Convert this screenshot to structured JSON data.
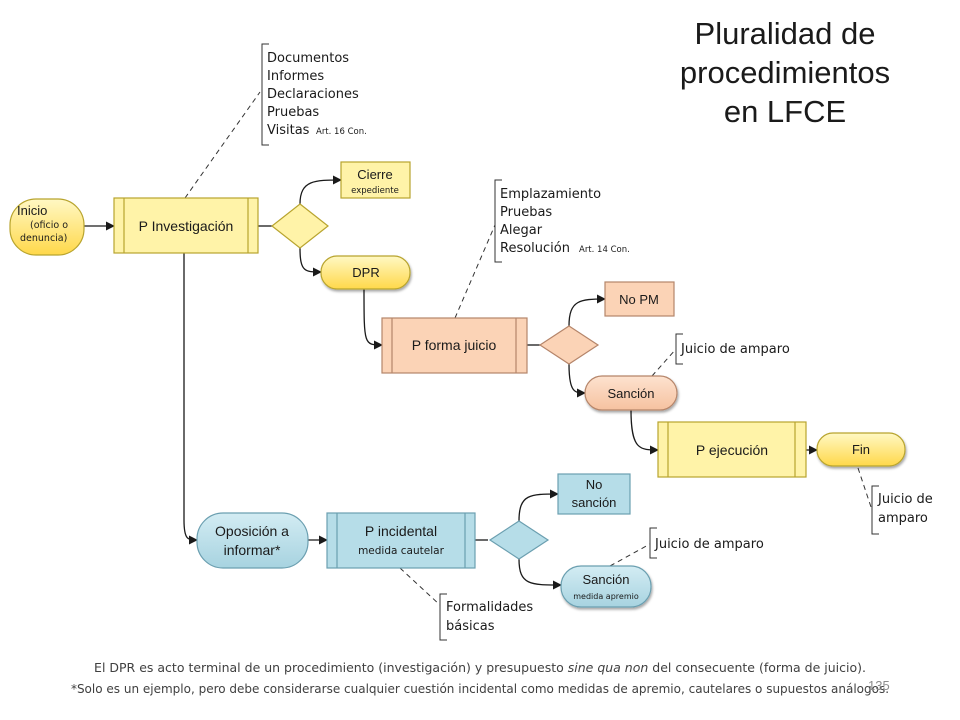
{
  "title": [
    "Pluralidad de",
    "procedimientos",
    "en LFCE"
  ],
  "nodes": {
    "inicio": {
      "label": "Inicio",
      "sub1": "(oficio o",
      "sub2": "denuncia)"
    },
    "p_investigacion": {
      "label": "P Investigación"
    },
    "cierre": {
      "label": "Cierre",
      "sub": "expediente"
    },
    "dpr": {
      "label": "DPR"
    },
    "p_forma_juicio": {
      "label": "P forma juicio"
    },
    "no_pm": {
      "label": "No PM"
    },
    "sancion_1": {
      "label": "Sanción"
    },
    "p_ejecucion": {
      "label": "P ejecución"
    },
    "fin": {
      "label": "Fin"
    },
    "oposicion": {
      "label1": "Oposición a",
      "label2": "informar*"
    },
    "p_incidental": {
      "label": "P incidental",
      "sub": "medida cautelar"
    },
    "no_sancion": {
      "label1": "No",
      "label2": "sanción"
    },
    "sancion_2": {
      "label": "Sanción",
      "sub": "medida apremio"
    }
  },
  "annotations": {
    "investigacion": {
      "items": [
        "Documentos",
        "Informes",
        "Declaraciones",
        "Pruebas",
        "Visitas"
      ],
      "ref": "Art. 16 Con."
    },
    "forma_juicio": {
      "items": [
        "Emplazamiento",
        "Pruebas",
        "Alegar",
        "Resolución"
      ],
      "ref": "Art. 14 Con."
    },
    "amparo_1": {
      "text": "Juicio de amparo"
    },
    "amparo_fin": {
      "line1": "Juicio de",
      "line2": "amparo"
    },
    "amparo_2": {
      "text": "Juicio de amparo"
    },
    "incidental": {
      "line1": "Formalidades",
      "line2": "básicas"
    }
  },
  "notes": {
    "line1_before": "El DPR es acto terminal de un procedimiento (investigación) y presupuesto ",
    "line1_italic": "sine qua non",
    "line1_after": " del consecuente (forma de juicio).",
    "line2": "*Solo es un ejemplo, pero debe considerarse cualquier cuestión incidental como medidas de apremio, cautelares o supuestos análogos."
  },
  "page_number": "135",
  "colors": {
    "yellow": "#fff3a8",
    "yellow_stroke": "#b8a42e",
    "orange": "#fbd3b6",
    "orange_stroke": "#b5856a",
    "blue": "#b6dde8",
    "blue_stroke": "#6b9fb0",
    "connector": "#1a1a1a"
  }
}
